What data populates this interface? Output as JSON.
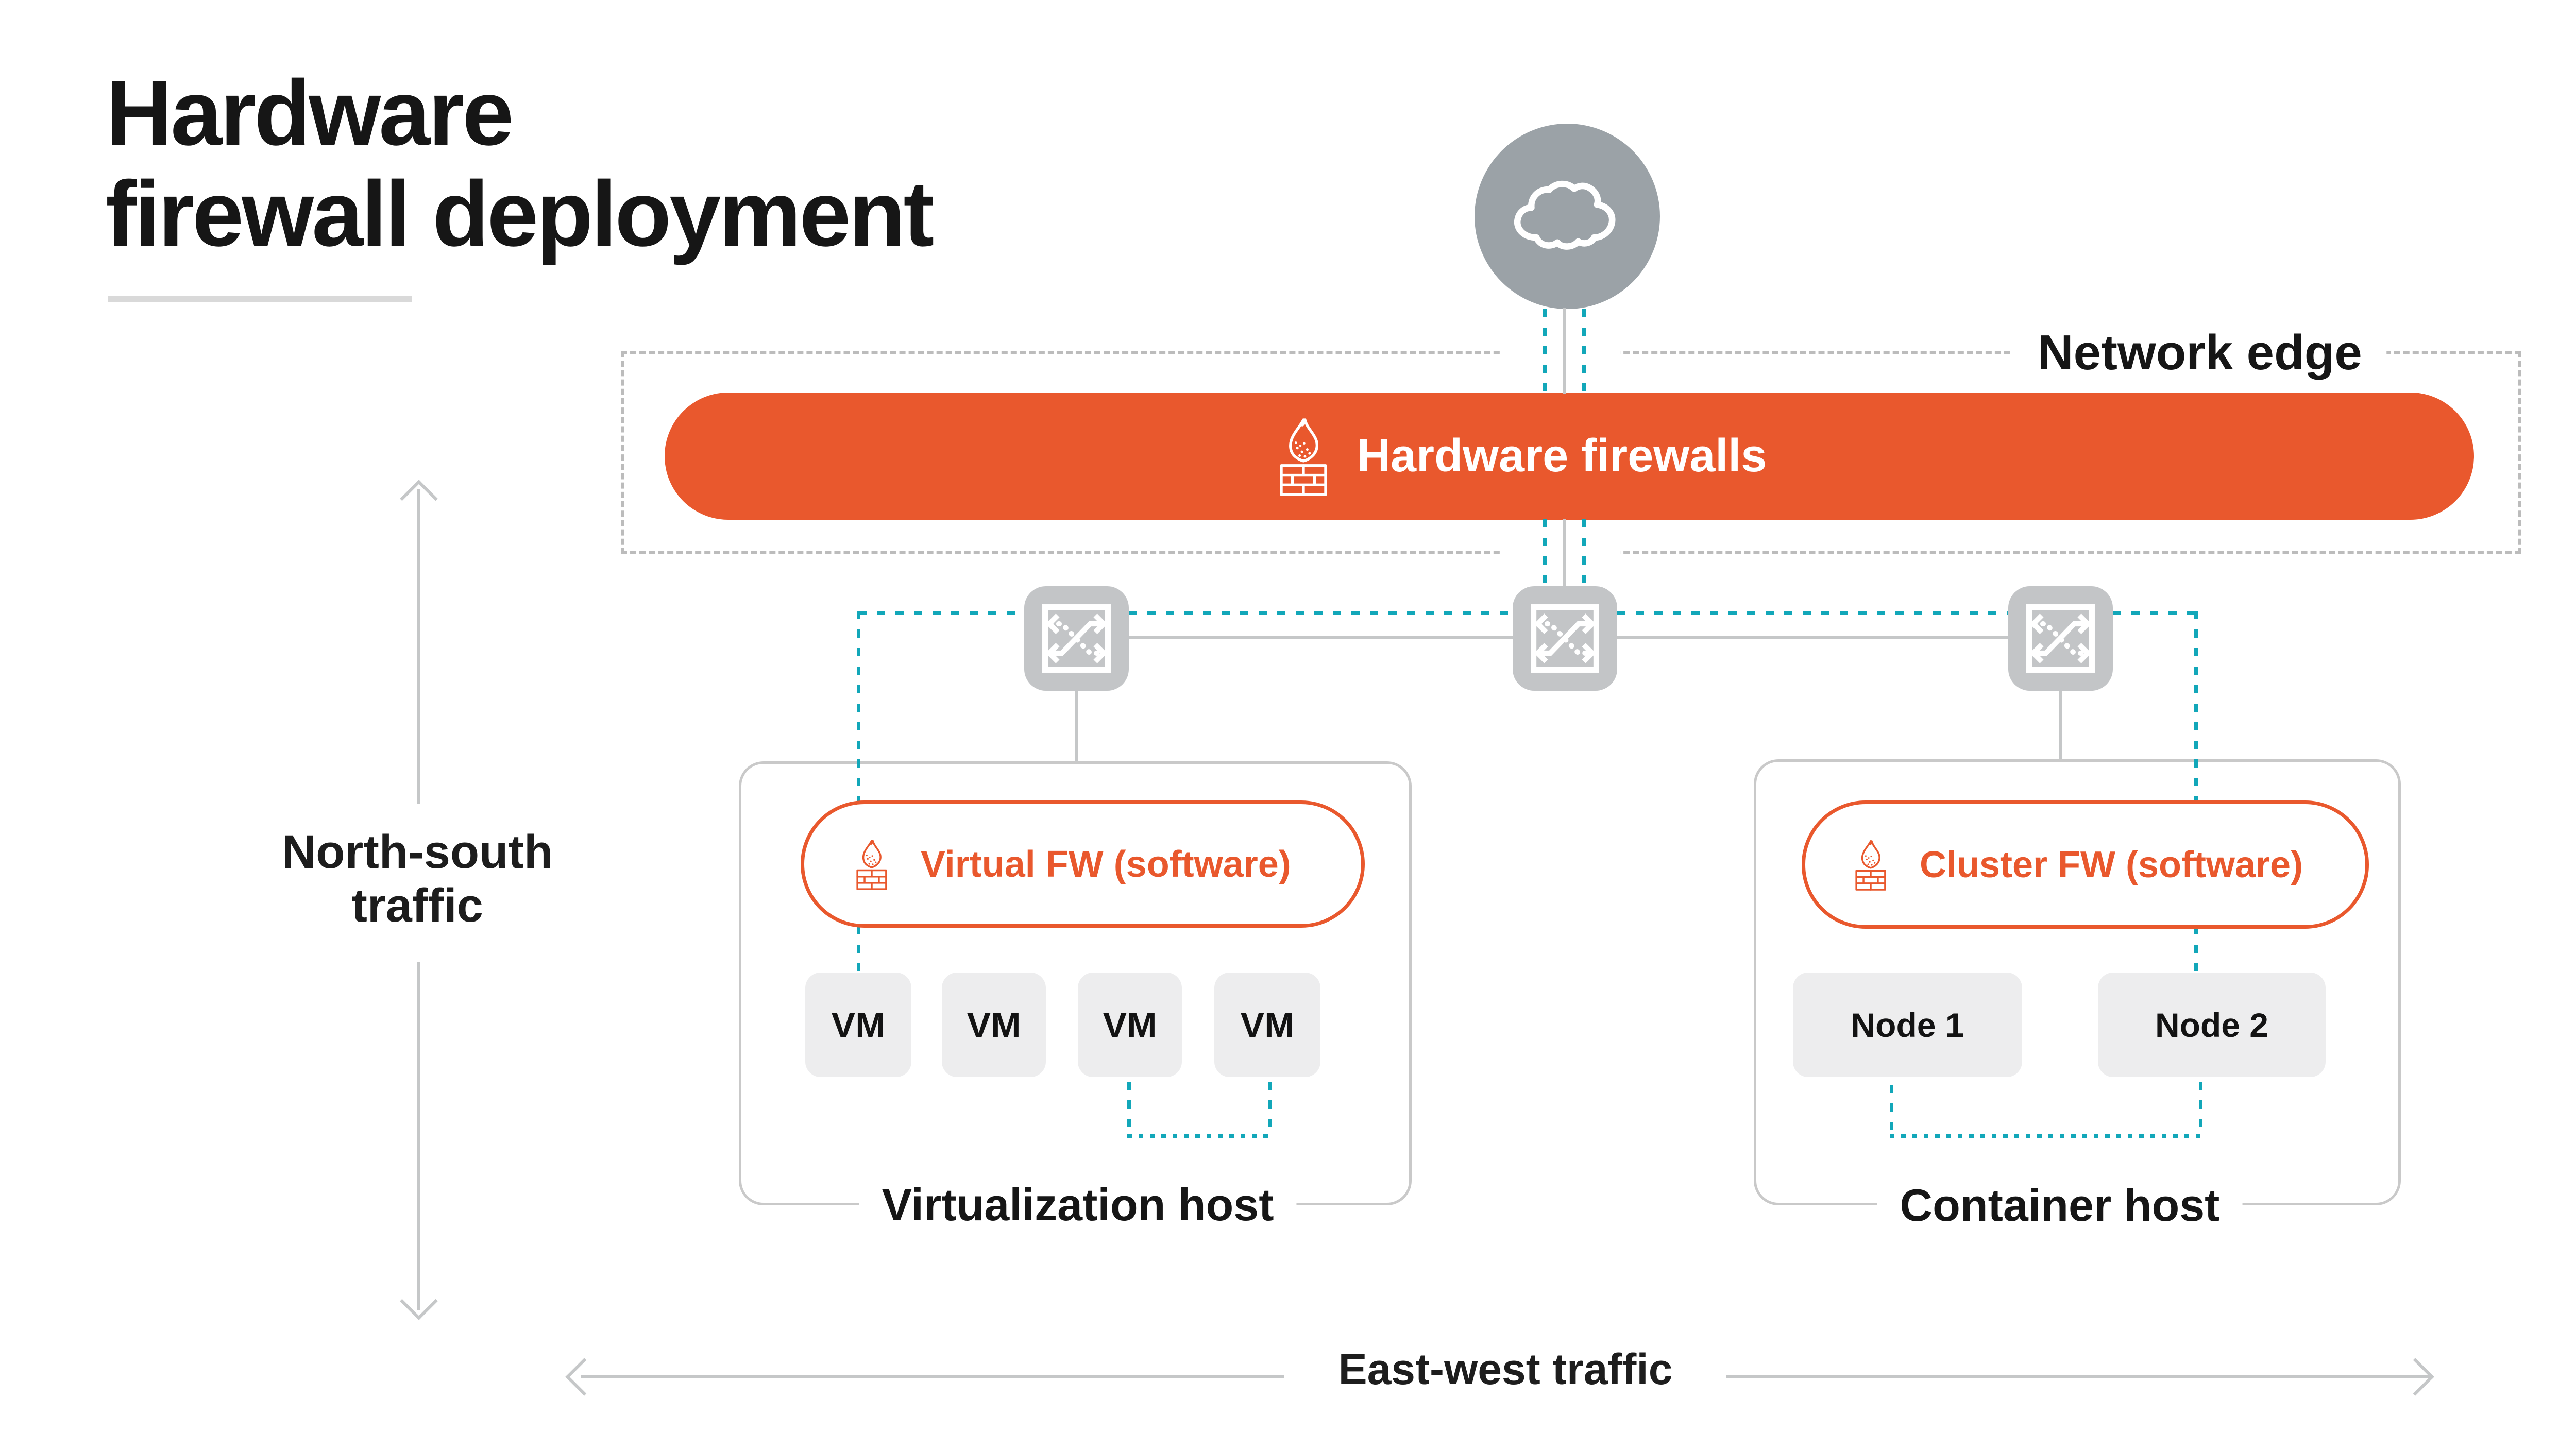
{
  "title": {
    "line1": "Hardware",
    "line2": "firewall deployment"
  },
  "network_edge_label": "Network edge",
  "hardware_firewalls_label": "Hardware firewalls",
  "virtualization_host": {
    "label": "Virtualization host",
    "firewall_label": "Virtual FW (software)",
    "vms": [
      "VM",
      "VM",
      "VM",
      "VM"
    ]
  },
  "container_host": {
    "label": "Container host",
    "firewall_label": "Cluster FW (software)",
    "nodes": [
      "Node 1",
      "Node 2"
    ]
  },
  "traffic_labels": {
    "north_south_line1": "North-south",
    "north_south_line2": "traffic",
    "east_west": "East-west traffic"
  },
  "icons": {
    "cloud": "cloud-icon",
    "firewall": "firewall-icon",
    "switch": "switch-icon"
  },
  "colors": {
    "orange": "#E9582D",
    "teal": "#12A7B9",
    "cloud_gray": "#9BA2A7",
    "switch_gray": "#C3C5C7",
    "line_gray": "#C5C7C8",
    "border_gray": "#BCBCBC",
    "host_border_gray": "#C9C9C9",
    "box_fill": "#EDEDEE",
    "text_black": "#161616",
    "underline_gray": "#D9D9D9"
  }
}
